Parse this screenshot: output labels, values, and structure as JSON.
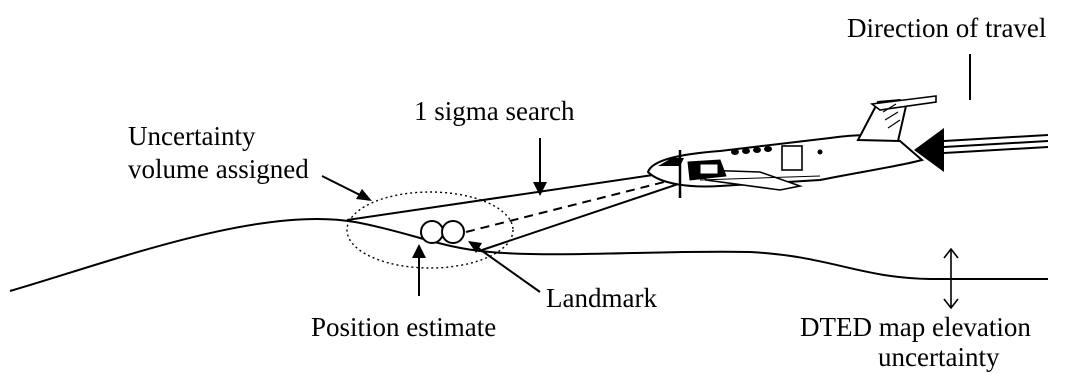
{
  "labels": {
    "direction_of_travel": "Direction of travel",
    "uncertainty_line1": "Uncertainty",
    "uncertainty_line2": "volume assigned",
    "sigma_search": "1 sigma search",
    "landmark": "Landmark",
    "position_estimate": "Position estimate",
    "dted_line1": "DTED map elevation",
    "dted_line2": "uncertainty"
  },
  "colors": {
    "ink": "#000000",
    "background": "#ffffff"
  },
  "icons": {
    "aircraft": "twin-turboprop-aircraft-icon",
    "travel_arrow": "arrow-left-icon",
    "elevation_arrow": "double-headed-vertical-arrow-icon"
  }
}
